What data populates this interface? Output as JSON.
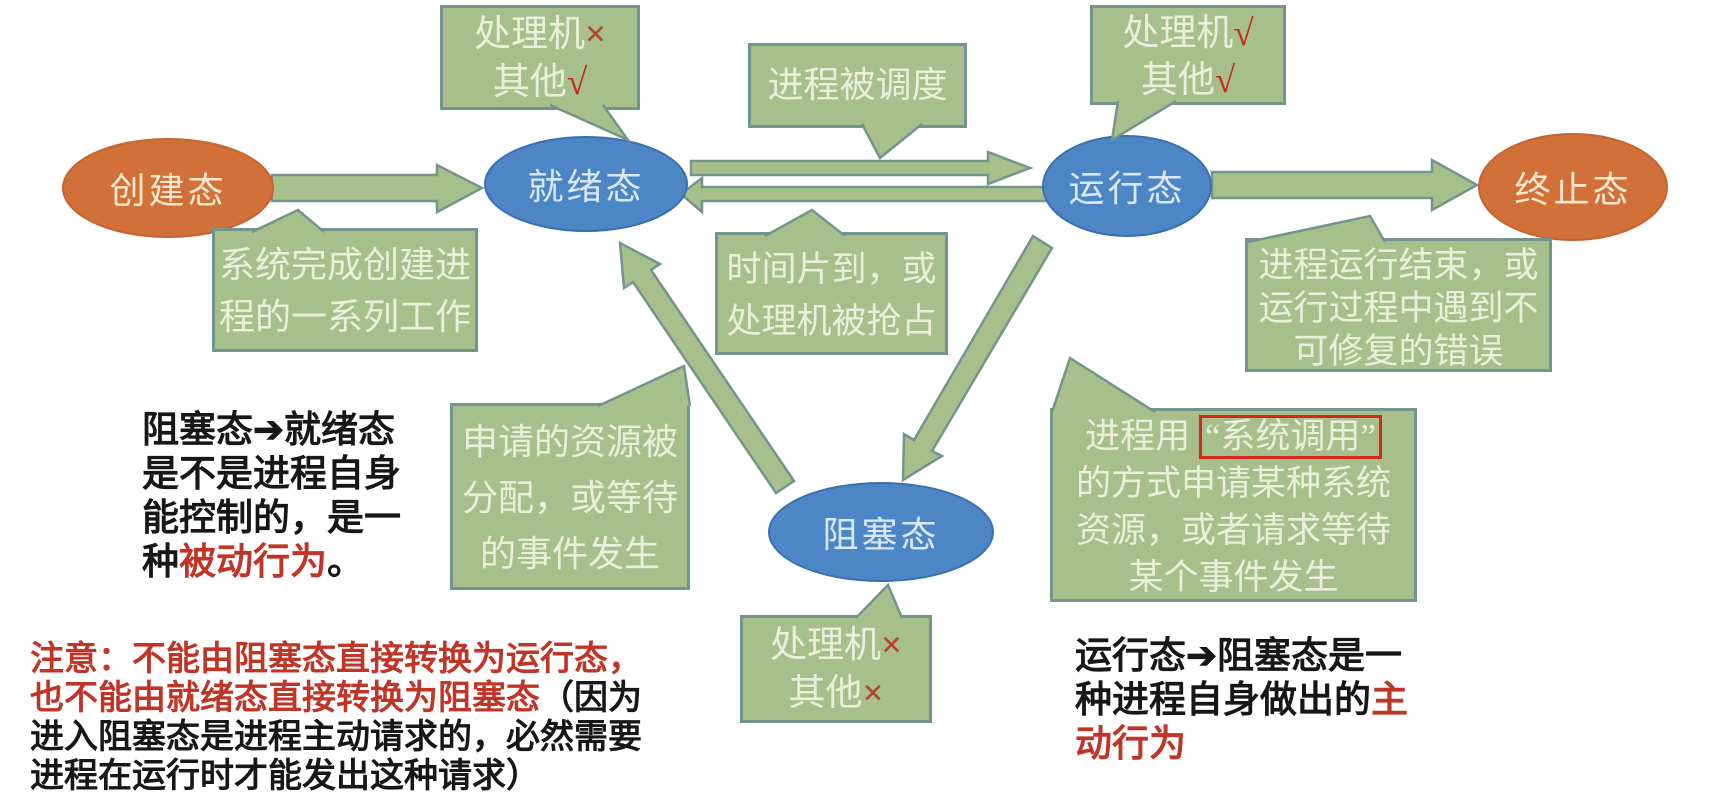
{
  "states": {
    "create": "创建态",
    "ready": "就绪态",
    "running": "运行态",
    "terminated": "终止态",
    "blocked": "阻塞态"
  },
  "flags": {
    "ready": {
      "l1_label": "处理机",
      "l1_mark": "×",
      "l2_label": "其他",
      "l2_mark": "√"
    },
    "running": {
      "l1_label": "处理机",
      "l1_mark": "√",
      "l2_label": "其他",
      "l2_mark": "√"
    },
    "blocked": {
      "l1_label": "处理机",
      "l1_mark": "×",
      "l2_label": "其他",
      "l2_mark": "×"
    }
  },
  "callouts": {
    "create_done": {
      "l1": "系统完成创建进",
      "l2": "程的一系列工作"
    },
    "scheduled": {
      "l1": "进程被调度"
    },
    "timeslice": {
      "l1": "时间片到，或",
      "l2": "处理机被抢占"
    },
    "run_end": {
      "l1": "进程运行结束，或",
      "l2": "运行过程中遇到不",
      "l3": "可修复的错误"
    },
    "resource": {
      "l1": "申请的资源被",
      "l2": "分配，或等待",
      "l3": "的事件发生"
    },
    "syscall": {
      "l1a": "进程用",
      "l1b": "“系统调用”",
      "l2": "的方式申请某种系统",
      "l3": "资源，或者请求等待",
      "l4": "某个事件发生"
    }
  },
  "notes": {
    "passive": {
      "l1": "阻塞态➔就绪态",
      "l2": "是不是进程自身",
      "l3": "能控制的，是一",
      "l4a": "种",
      "l4b": "被动行为",
      "l4c": "。"
    },
    "attention": {
      "l1": "注意：不能由阻塞态直接转换为运行态，",
      "l2a": "也不能由就绪态直接转换为阻塞态",
      "l2b": "（因为",
      "l3": "进入阻塞态是进程主动请求的，必然需要",
      "l4": "进程在运行时才能发出这种请求）"
    },
    "active": {
      "l1": "运行态➔阻塞态是一",
      "l2a": "种进程自身做出的",
      "l2b": "主",
      "l3": "动行为"
    }
  },
  "colors": {
    "callout_green": "#a7c08b",
    "shape_border_teal": "#74958c",
    "state_blue": "#4d86c4",
    "state_orange": "#d2703a",
    "note_red": "#bf3528",
    "mark_red": "#b5432a",
    "syscall_frame_red": "#d2281e"
  }
}
